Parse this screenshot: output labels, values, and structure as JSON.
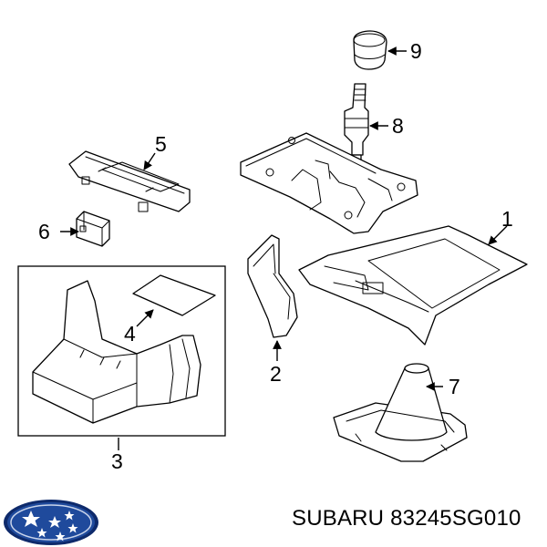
{
  "caption": {
    "brand": "SUBARU",
    "part_number": "83245SG010"
  },
  "callouts": {
    "c1": "1",
    "c2": "2",
    "c3": "3",
    "c4": "4",
    "c5": "5",
    "c6": "6",
    "c7": "7",
    "c8": "8",
    "c9": "9"
  },
  "colors": {
    "line": "#000000",
    "background": "#ffffff",
    "logo_blue": "#1f4a9c",
    "logo_dark": "#0e2a6b"
  },
  "logo": {
    "icon": "subaru-logo-icon"
  }
}
